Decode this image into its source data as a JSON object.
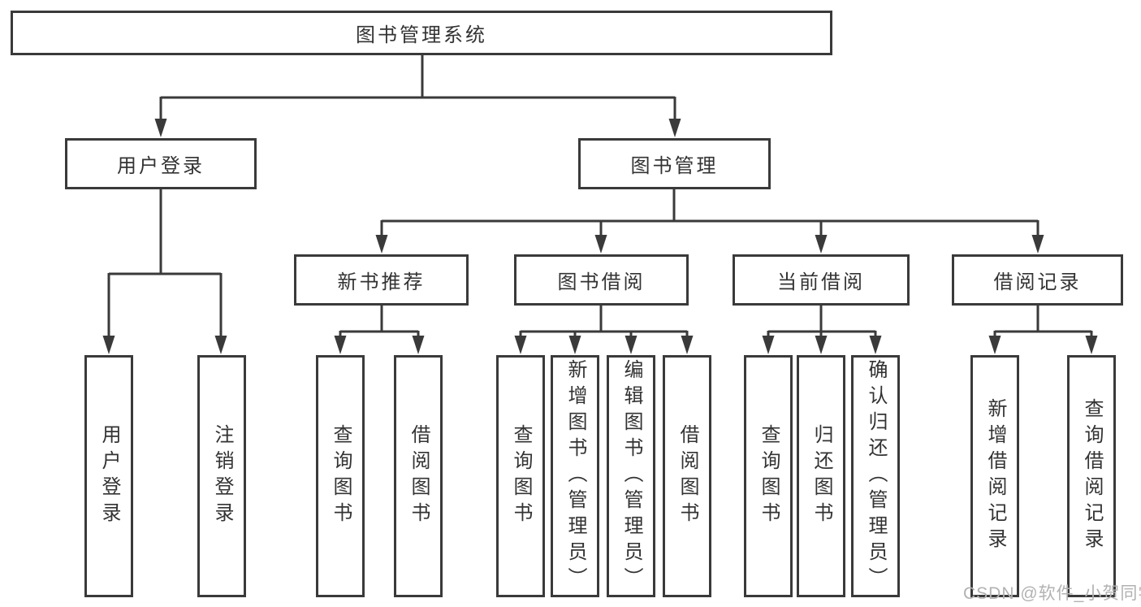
{
  "tree": {
    "label": "图书管理系统",
    "children": [
      {
        "label": "用户登录",
        "children": [
          {
            "label": "用户登录"
          },
          {
            "label": "注销登录"
          }
        ]
      },
      {
        "label": "图书管理",
        "children": [
          {
            "label": "新书推荐",
            "children": [
              {
                "label": "查询图书"
              },
              {
                "label": "借阅图书"
              }
            ]
          },
          {
            "label": "图书借阅",
            "children": [
              {
                "label": "查询图书"
              },
              {
                "label": "新增图书（管理员）"
              },
              {
                "label": "编辑图书（管理员）"
              },
              {
                "label": "借阅图书"
              }
            ]
          },
          {
            "label": "当前借阅",
            "children": [
              {
                "label": "查询图书"
              },
              {
                "label": "归还图书"
              },
              {
                "label": "确认归还（管理员）"
              }
            ]
          },
          {
            "label": "借阅记录",
            "children": [
              {
                "label": "新增借阅记录"
              },
              {
                "label": "查询借阅记录"
              }
            ]
          }
        ]
      }
    ]
  },
  "colors": {
    "line": "#3a3a3a",
    "text": "#333333",
    "watermark": "#b2b2b2",
    "background": "#ffffff"
  },
  "watermark": {
    "text": "CSDN @软件_小贺同学"
  }
}
